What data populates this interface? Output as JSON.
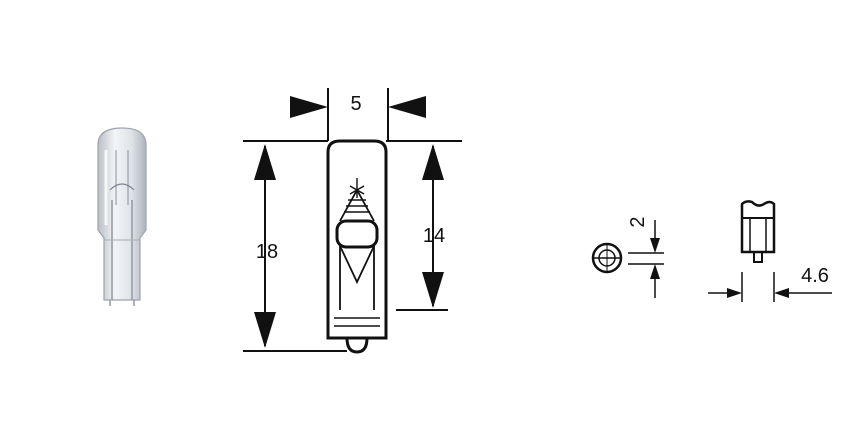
{
  "dimensions": {
    "width": "5",
    "total_height": "18",
    "glass_height": "14",
    "filament_gap": "2",
    "base_width": "4.6"
  },
  "colors": {
    "line": "#111111",
    "photo_glass": "#c9ccd2",
    "photo_highlight": "#eef0f3"
  }
}
